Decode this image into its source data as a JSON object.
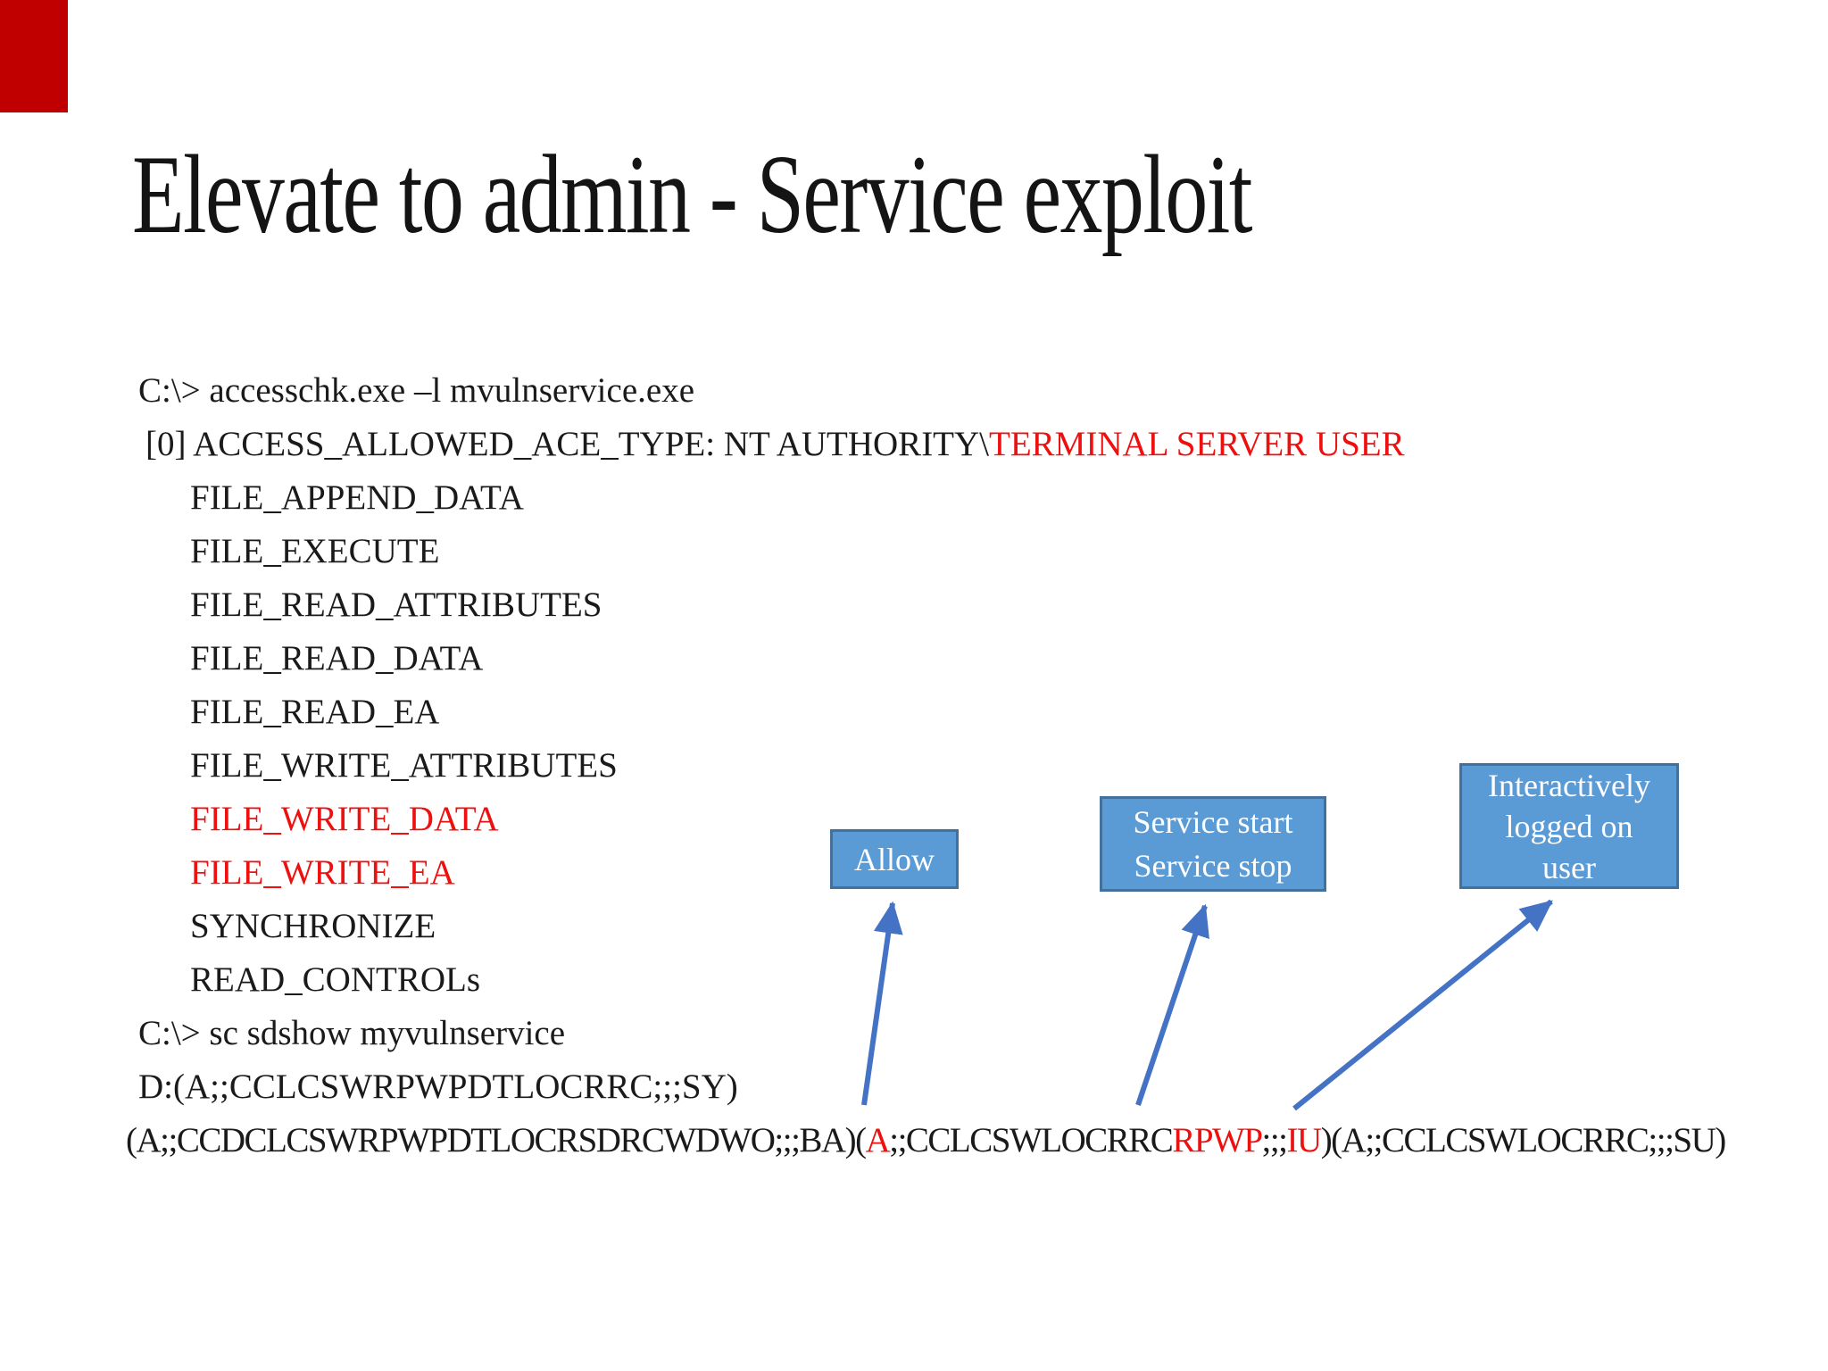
{
  "slide": {
    "title": "Elevate to admin - Service exploit",
    "colors": {
      "text": "#1a1a1a",
      "highlight_red": "#ee0f0f",
      "corner_accent_red": "#c00000",
      "callout_fill": "#5b9bd5",
      "callout_border": "#41719c",
      "callout_text": "#ffffff",
      "arrow_blue": "#4472c4"
    },
    "terminal": {
      "lines": [
        {
          "indent": 0,
          "segments": [
            {
              "text": "C:\\> accesschk.exe –l mvulnservice.exe"
            }
          ]
        },
        {
          "indent": 1,
          "segments": [
            {
              "text": "[0] ACCESS_ALLOWED_ACE_TYPE: NT AUTHORITY\\"
            },
            {
              "text": "TERMINAL SERVER USER",
              "red": true
            }
          ]
        },
        {
          "indent": 2,
          "segments": [
            {
              "text": "FILE_APPEND_DATA"
            }
          ]
        },
        {
          "indent": 2,
          "segments": [
            {
              "text": "FILE_EXECUTE"
            }
          ]
        },
        {
          "indent": 2,
          "segments": [
            {
              "text": "FILE_READ_ATTRIBUTES"
            }
          ]
        },
        {
          "indent": 2,
          "segments": [
            {
              "text": "FILE_READ_DATA"
            }
          ]
        },
        {
          "indent": 2,
          "segments": [
            {
              "text": "FILE_READ_EA"
            }
          ]
        },
        {
          "indent": 2,
          "segments": [
            {
              "text": "FILE_WRITE_ATTRIBUTES"
            }
          ]
        },
        {
          "indent": 2,
          "segments": [
            {
              "text": "FILE_WRITE_DATA",
              "red": true
            }
          ]
        },
        {
          "indent": 2,
          "segments": [
            {
              "text": "FILE_WRITE_EA",
              "red": true
            }
          ]
        },
        {
          "indent": 2,
          "segments": [
            {
              "text": "SYNCHRONIZE"
            }
          ]
        },
        {
          "indent": 2,
          "segments": [
            {
              "text": "READ_CONTROLs"
            }
          ]
        },
        {
          "indent": 0,
          "segments": [
            {
              "text": "C:\\> sc sdshow myvulnservice"
            }
          ]
        },
        {
          "indent": 0,
          "segments": [
            {
              "text": "D:(A;;CCLCSWRPWPDTLOCRRC;;;SY)"
            }
          ]
        },
        {
          "indent": -1,
          "segments": [
            {
              "text": "(A;;CCDCLCSWRPWPDTLOCRSDRCWDWO;;;BA)("
            },
            {
              "text": "A",
              "red": true
            },
            {
              "text": ";;CCLCSWLOCRRC"
            },
            {
              "text": "RPWP",
              "red": true
            },
            {
              "text": ";;;"
            },
            {
              "text": "IU",
              "red": true
            },
            {
              "text": ")(A;;CCLCSWLOCRRC;;;SU)"
            }
          ]
        }
      ]
    },
    "callouts": [
      {
        "label": "Allow"
      },
      {
        "label": "Service start\nService stop"
      },
      {
        "label": "Interactively\nlogged on\nuser"
      }
    ]
  }
}
